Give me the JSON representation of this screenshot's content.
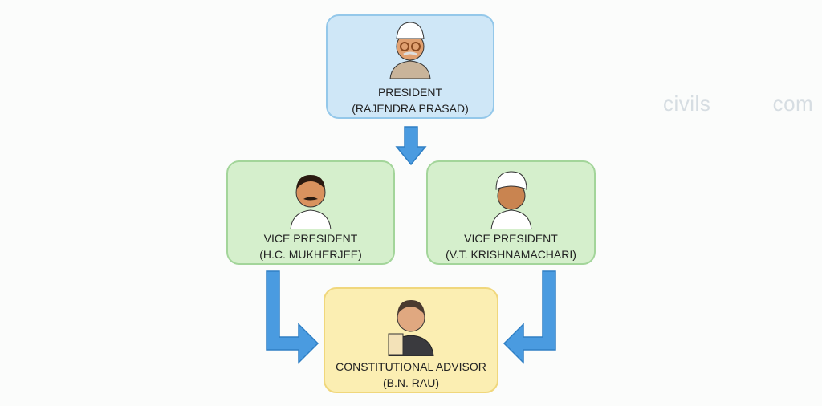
{
  "nodes": {
    "president": {
      "role": "PRESIDENT",
      "name": "(RAJENDRA PRASAD)",
      "color": "#cfe7f7"
    },
    "vice_president_1": {
      "role": "VICE PRESIDENT",
      "name": "(H.C. MUKHERJEE)",
      "color": "#d5efcc"
    },
    "vice_president_2": {
      "role": "VICE PRESIDENT",
      "name": "(V.T. KRISHNAMACHARI)",
      "color": "#d5efcc"
    },
    "advisor": {
      "role": "CONSTITUTIONAL ADVISOR",
      "name": "(B.N. RAU)",
      "color": "#fbeeb2"
    }
  },
  "edges": [
    {
      "from": "president",
      "to": "vice_presidents"
    },
    {
      "from": "vice_president_1",
      "to": "advisor"
    },
    {
      "from": "vice_president_2",
      "to": "advisor"
    }
  ],
  "arrow_color": "#4a9be0",
  "watermark": "civils.com"
}
